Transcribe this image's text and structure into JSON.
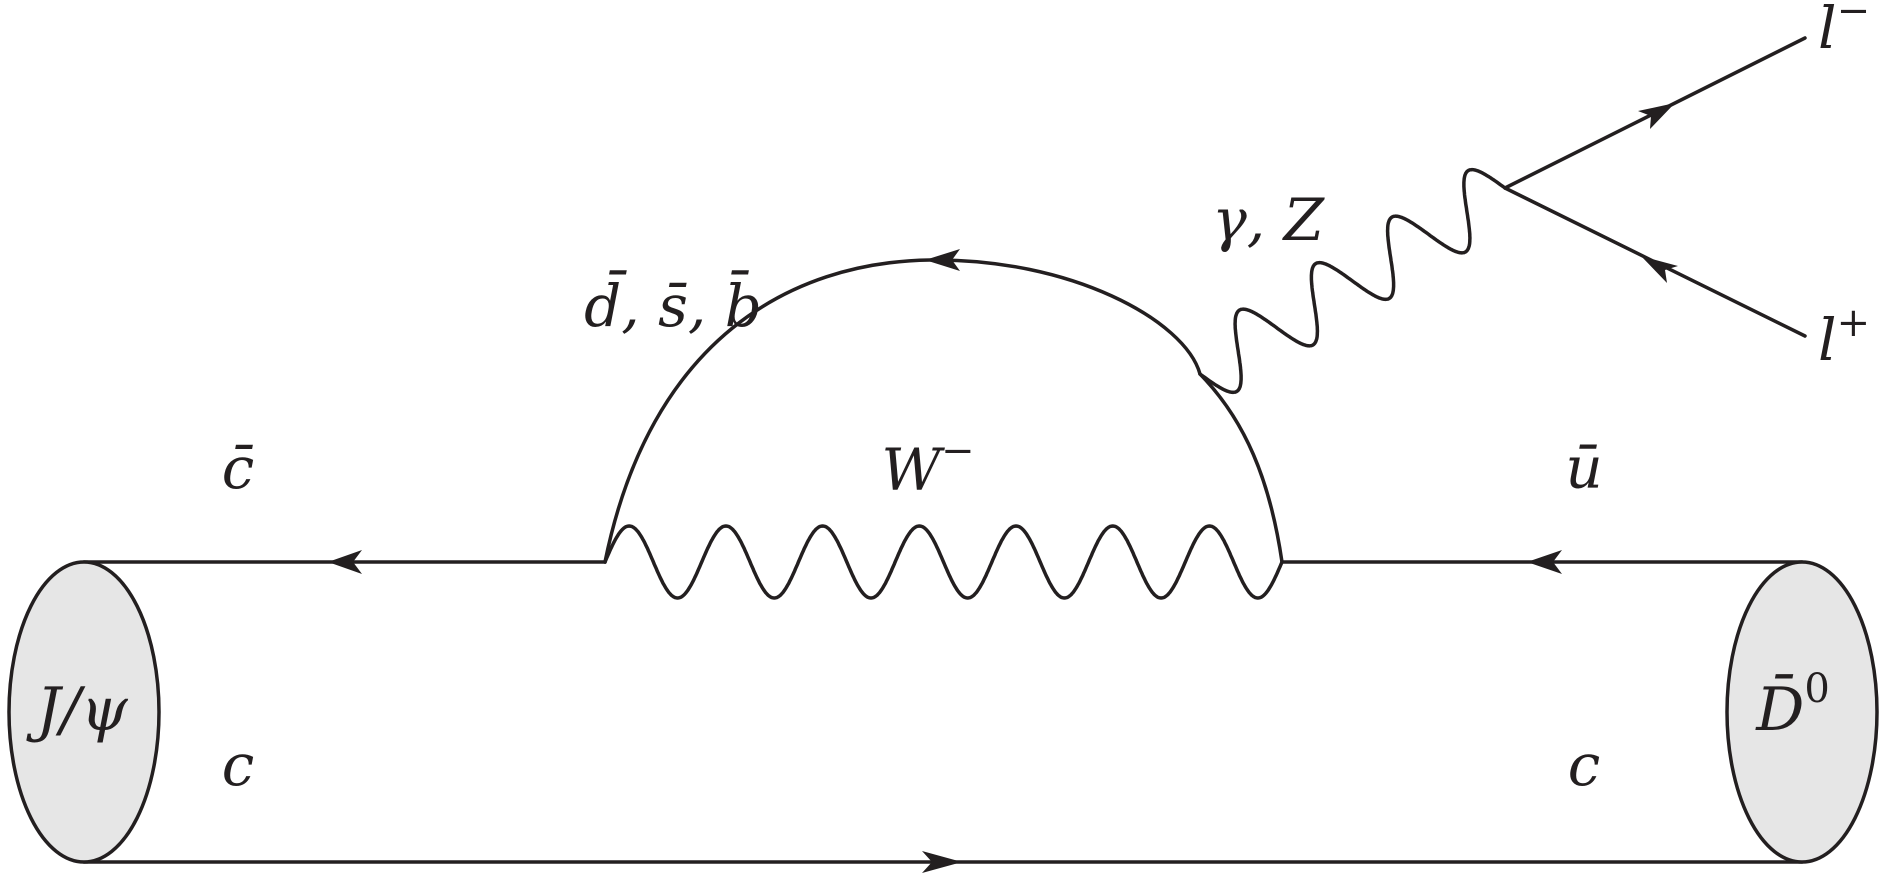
{
  "diagram": {
    "colors": {
      "line": "#231f20",
      "blob_fill": "#e6e6e6",
      "background": "#ffffff"
    },
    "labels": {
      "initial_state": "J/ψ",
      "final_state": "D̄",
      "final_state_sup": "0",
      "quark_top_left": "c̄",
      "quark_bottom_left": "c",
      "quark_top_right": "ū",
      "quark_bottom_right": "c",
      "loop_quarks": "d̄, s̄, b̄",
      "w_boson": "W",
      "w_boson_sup": "−",
      "neutral_boson": "γ, Z",
      "lepton_minus": "l",
      "lepton_minus_sup": "−",
      "lepton_plus": "l",
      "lepton_plus_sup": "+"
    }
  }
}
